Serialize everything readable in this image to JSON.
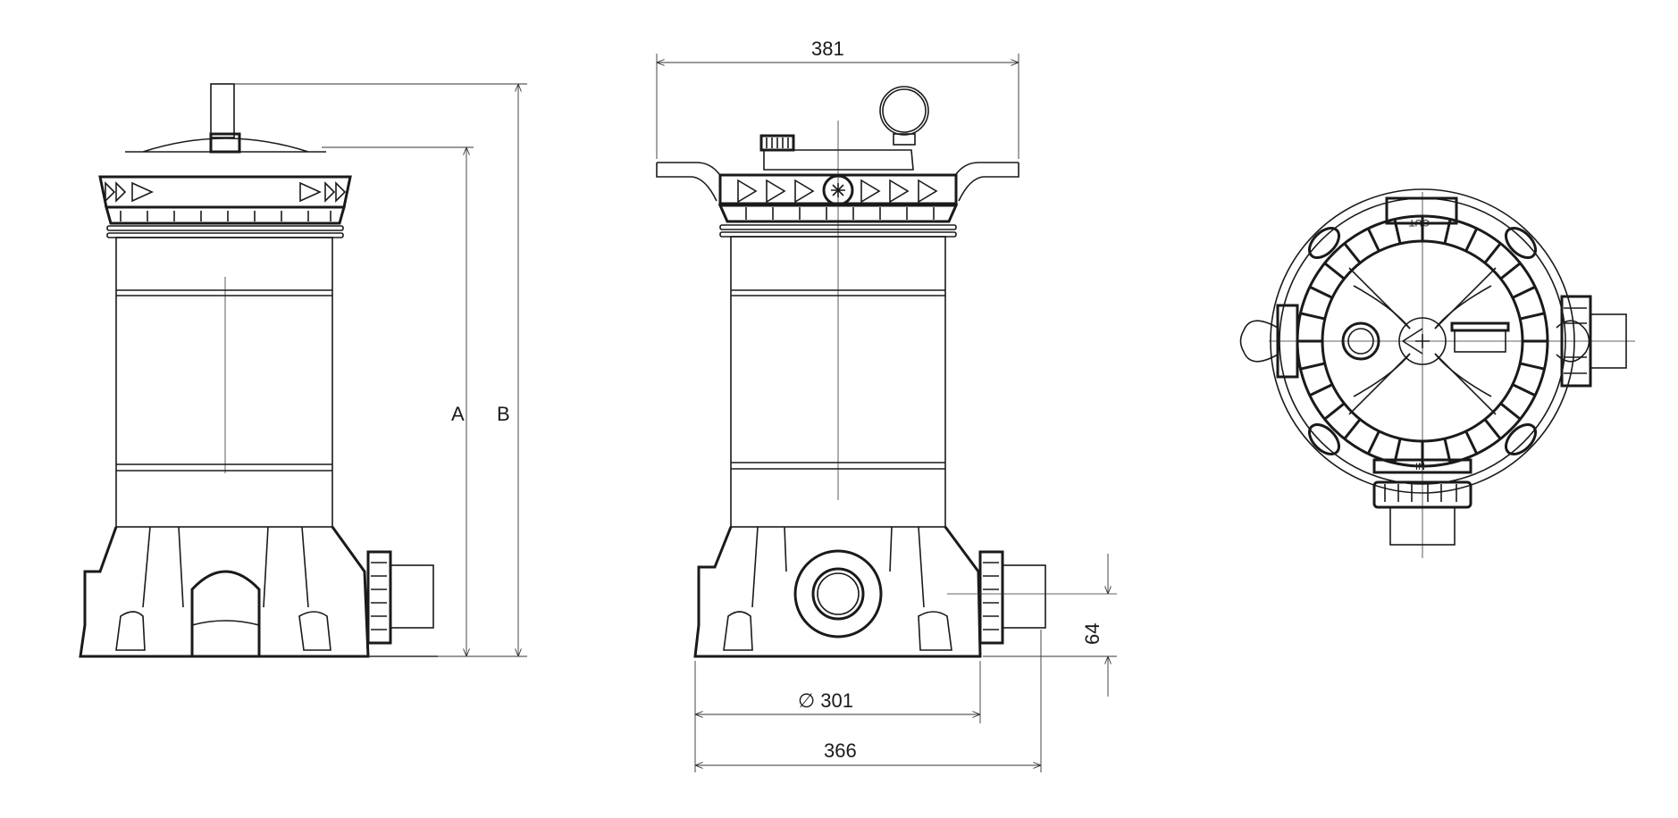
{
  "drawing": {
    "title": "Cartridge filter dimensional drawing",
    "dimensions": {
      "width_top": "381",
      "height_a": "A",
      "height_b": "B",
      "diameter": "∅ 301",
      "width_base": "366",
      "inlet_height": "64"
    },
    "port_labels": {
      "outlet": "OUT",
      "inlet": "IN"
    },
    "colors": {
      "line": "#1a1a1a",
      "background": "#ffffff"
    }
  }
}
